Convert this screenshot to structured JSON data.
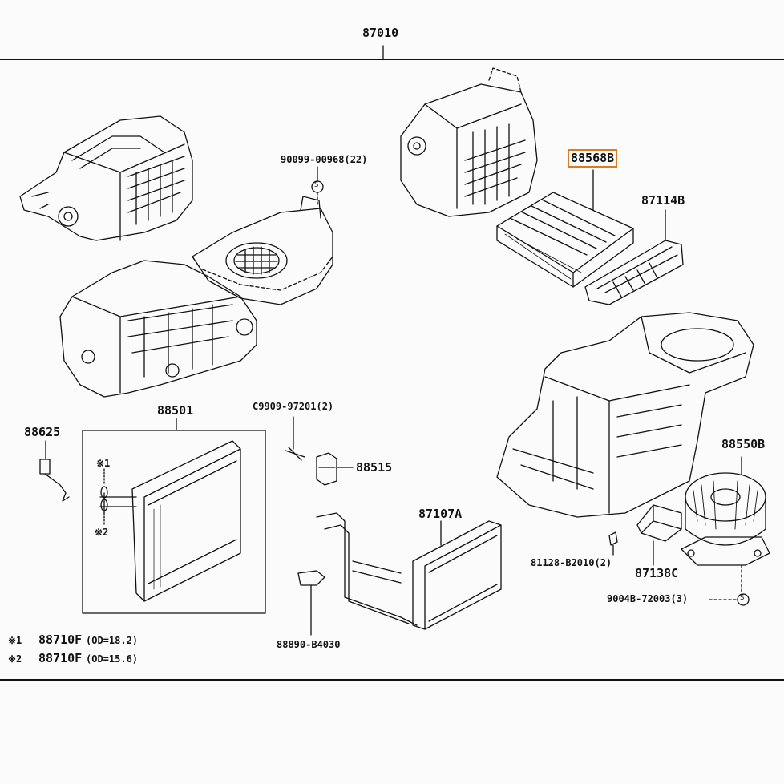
{
  "diagram": {
    "assembly_number": "87010",
    "parts": [
      {
        "id": "cabin_filter",
        "number": "88568B",
        "highlight": true
      },
      {
        "id": "filter_cover",
        "number": "87114B"
      },
      {
        "id": "blower_motor",
        "number": "88550B"
      },
      {
        "id": "evaporator",
        "number": "88501"
      },
      {
        "id": "thermistor",
        "number": "88625"
      },
      {
        "id": "expansion_valve",
        "number": "88515"
      },
      {
        "id": "heater_core",
        "number": "87107A"
      },
      {
        "id": "resistor",
        "number": "87138C"
      },
      {
        "id": "screw_top",
        "number": "90099-00968(22)"
      },
      {
        "id": "bolt_valve",
        "number": "C9909-97201(2)"
      },
      {
        "id": "clip_resistor",
        "number": "81128-B2010(2)"
      },
      {
        "id": "screw_blower",
        "number": "9004B-72003(3)"
      },
      {
        "id": "clamp_heater",
        "number": "88890-B4030"
      }
    ],
    "evaporator_marks": {
      "mark1": "※1",
      "mark2": "※2"
    },
    "footnotes": [
      {
        "mark": "※1",
        "number": "88710F",
        "detail": "(OD=18.2)"
      },
      {
        "mark": "※2",
        "number": "88710F",
        "detail": "(OD=15.6)"
      }
    ],
    "screw_symbol": "S",
    "highlight_color": "#e07a1f",
    "line_color": "#111111"
  }
}
